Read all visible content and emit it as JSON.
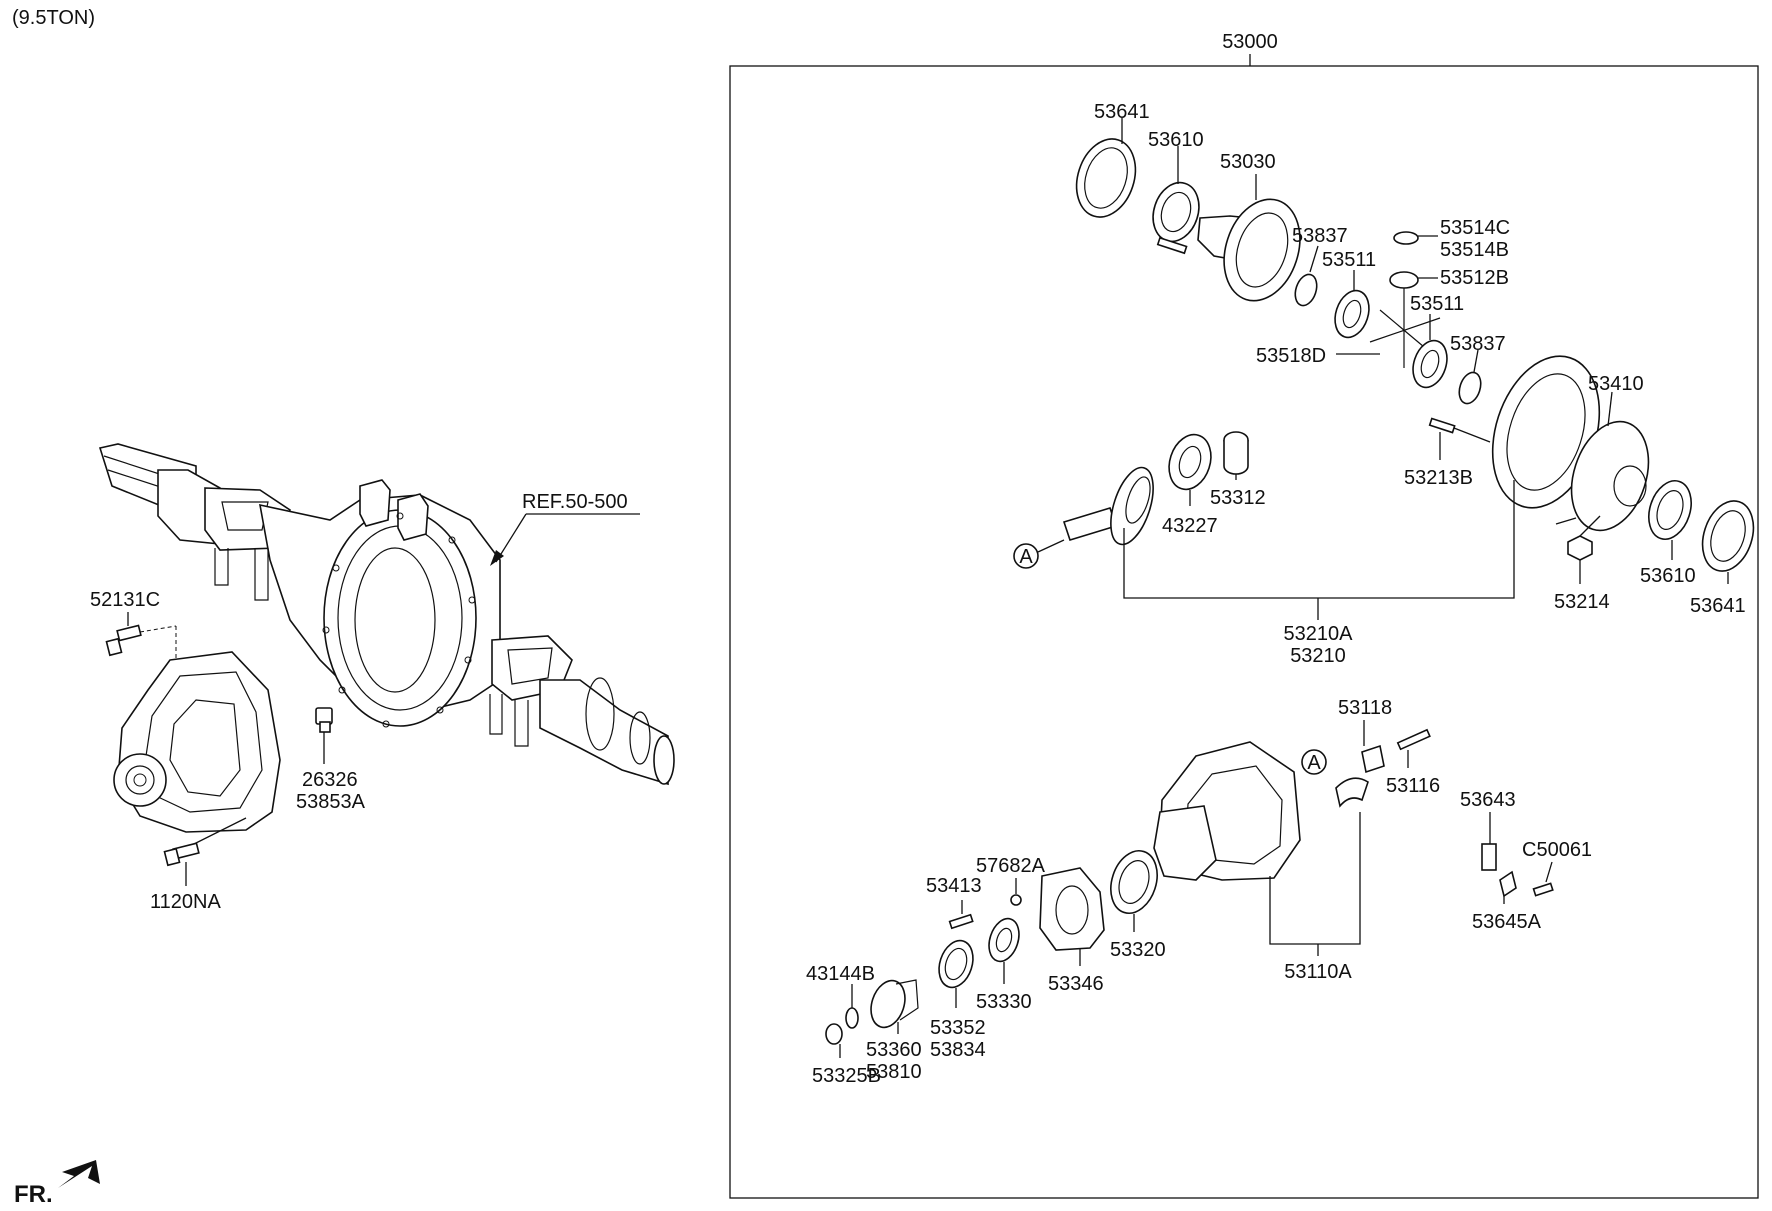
{
  "header": {
    "variant": "(9.5TON)"
  },
  "assembly": {
    "main_number": "53000",
    "ref": "REF.50-500",
    "front_marker": "FR."
  },
  "callouts": {
    "a1": "A",
    "a2": "A"
  },
  "labels": {
    "p52131C": "52131C",
    "p26326": "26326",
    "p53853A": "53853A",
    "p1120NA": "1120NA",
    "p53641a": "53641",
    "p53610a": "53610",
    "p53030": "53030",
    "p53837a": "53837",
    "p53511a": "53511",
    "p53514C": "53514C",
    "p53514B": "53514B",
    "p53512B": "53512B",
    "p53511b": "53511",
    "p53837b": "53837",
    "p53518D": "53518D",
    "p53410": "53410",
    "p53213B": "53213B",
    "p53312": "53312",
    "p43227": "43227",
    "p53214": "53214",
    "p53610b": "53610",
    "p53641b": "53641",
    "p53210A": "53210A",
    "p53210": "53210",
    "p53118": "53118",
    "p53116": "53116",
    "p53643": "53643",
    "pC50061": "C50061",
    "p53645A": "53645A",
    "p57682A": "57682A",
    "p53413": "53413",
    "p53320": "53320",
    "p53110A": "53110A",
    "p53346": "53346",
    "p53330": "53330",
    "p43144B": "43144B",
    "p53352": "53352",
    "p53834": "53834",
    "p53360": "53360",
    "p53810": "53810",
    "p53325B": "53325B"
  },
  "colors": {
    "line": "#111111",
    "background": "#ffffff"
  }
}
